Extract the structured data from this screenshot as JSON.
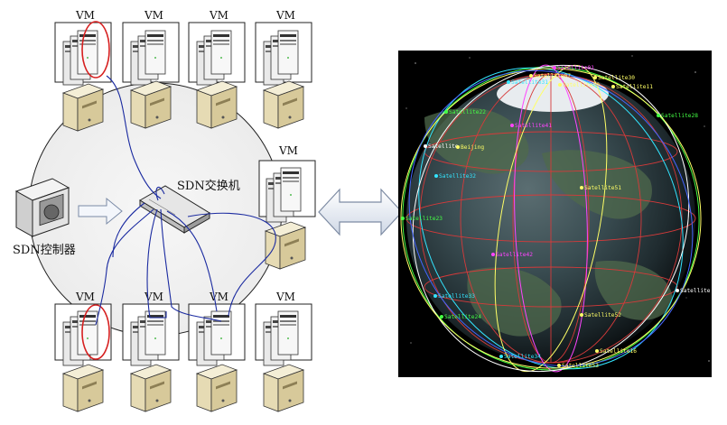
{
  "left": {
    "controller_label": "SDN控制器",
    "switch_label": "SDN交换机",
    "vm_label": "VM"
  },
  "colors": {
    "sat_yellow": "#ffff66",
    "sat_cyan": "#33e5ff",
    "sat_magenta": "#ff44ff",
    "sat_green": "#44ff44",
    "sat_blue": "#4466ff",
    "sat_white": "#ffffff",
    "highlight": "#d62020",
    "link_blue": "#1a2aa0"
  },
  "satellites": [
    {
      "label": "Satellite01",
      "color": "magenta"
    },
    {
      "label": "Satellite07",
      "color": "yellow"
    },
    {
      "label": "Satellite30",
      "color": "yellow"
    },
    {
      "label": "Satellite31",
      "color": "cyan"
    },
    {
      "label": "Satellite50",
      "color": "yellow"
    },
    {
      "label": "Satellite11",
      "color": "yellow"
    },
    {
      "label": "Satellite22",
      "color": "green"
    },
    {
      "label": "Satellite41",
      "color": "magenta"
    },
    {
      "label": "Satellite28",
      "color": "green"
    },
    {
      "label": "Satellite",
      "color": "white"
    },
    {
      "label": "Beijing",
      "color": "yellow"
    },
    {
      "label": "Satellite32",
      "color": "cyan"
    },
    {
      "label": "Satellite51",
      "color": "yellow"
    },
    {
      "label": "Satellite23",
      "color": "green"
    },
    {
      "label": "Satellite42",
      "color": "magenta"
    },
    {
      "label": "Satellite33",
      "color": "cyan"
    },
    {
      "label": "Satellite24",
      "color": "green"
    },
    {
      "label": "Satellite52",
      "color": "yellow"
    },
    {
      "label": "Satellite34",
      "color": "cyan"
    },
    {
      "label": "Satellite16",
      "color": "yellow"
    },
    {
      "label": "Satellite53",
      "color": "yellow"
    },
    {
      "label": "Satellite",
      "color": "white"
    }
  ]
}
